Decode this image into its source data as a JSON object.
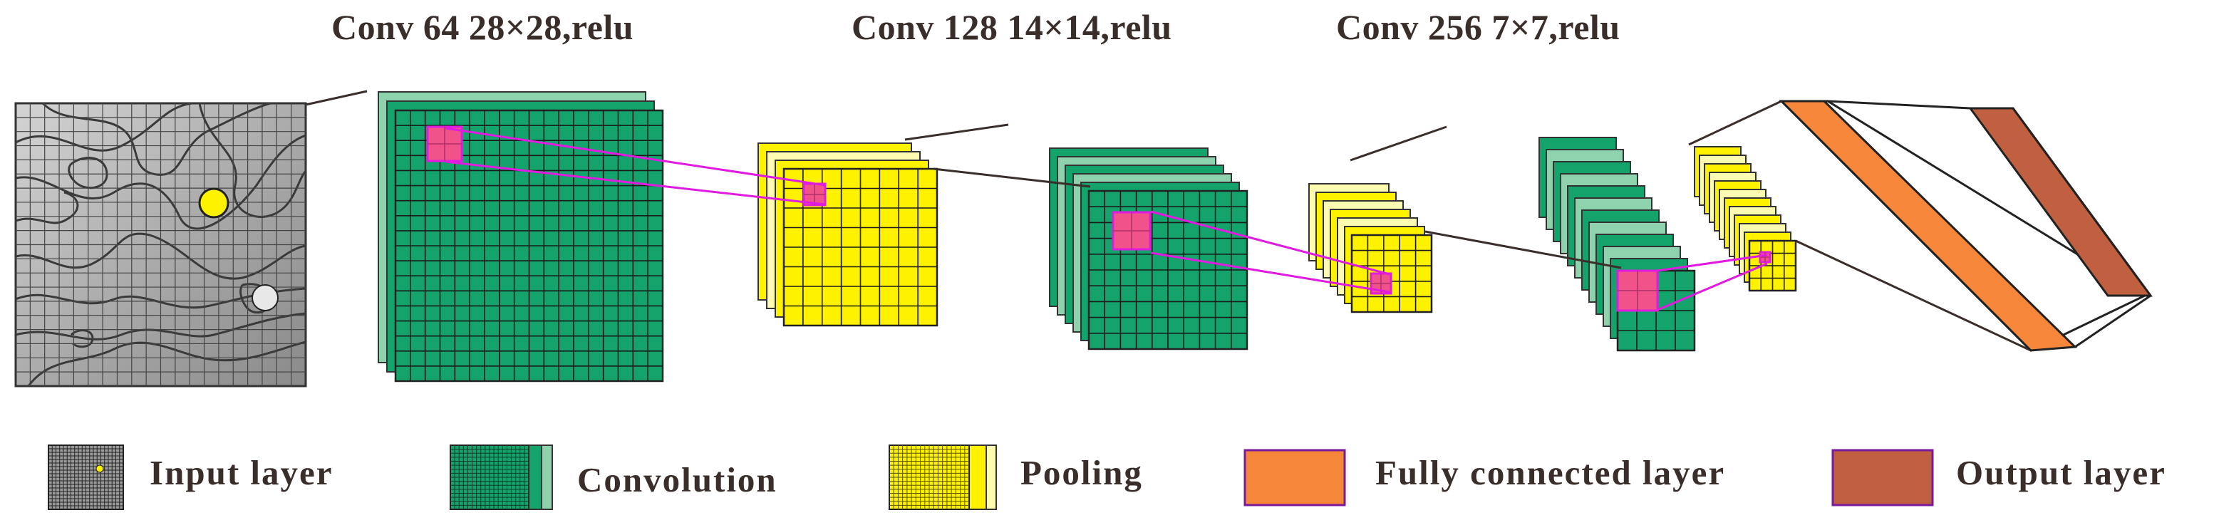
{
  "titles": {
    "conv1": "Conv 64 28×28,relu",
    "conv2": "Conv 128 14×14,relu",
    "conv3": "Conv 256 7×7,relu"
  },
  "legend": {
    "input": "Input  layer",
    "convolution": "Convolution",
    "pooling": "Pooling",
    "fully_connected": "Fully connected layer",
    "output": "Output  layer"
  },
  "colors": {
    "conv": "#13a36b",
    "conv_back": "#8fd3ae",
    "pool": "#fff200",
    "pool_back": "#fffbb0",
    "highlight": "#f2528a",
    "connector": "#e01ae0",
    "fully_connected": "#f6863a",
    "output": "#c06040",
    "input_grey": "#a8a8a8"
  }
}
